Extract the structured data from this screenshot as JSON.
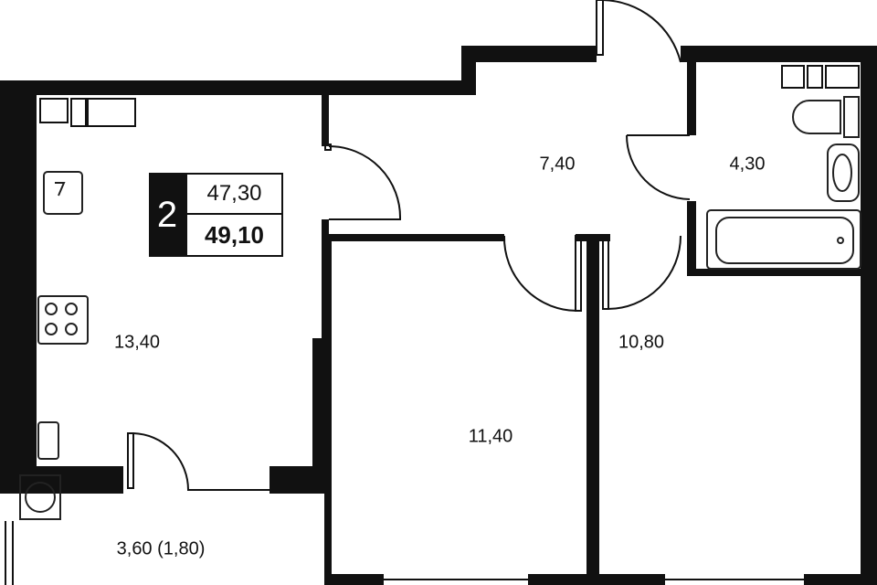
{
  "badge": {
    "rooms": "2",
    "living_area": "47,30",
    "total_area": "49,10"
  },
  "rooms": {
    "kitchen": "13,40",
    "hall": "7,40",
    "bathroom": "4,30",
    "bedroom_left": "11,40",
    "bedroom_right": "10,80",
    "balcony": "3,60 (1,80)"
  },
  "colors": {
    "wall": "#111111",
    "background": "#ffffff",
    "fixture": "#222222"
  }
}
